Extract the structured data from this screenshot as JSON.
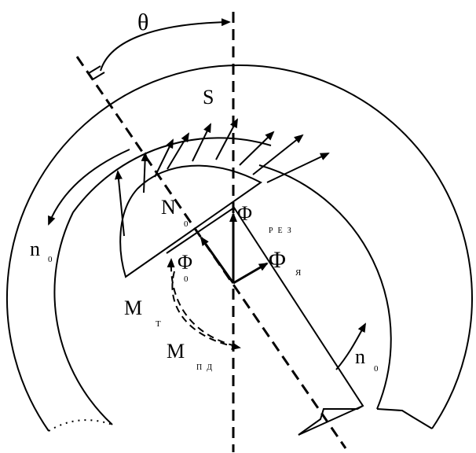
{
  "labels": {
    "theta": "θ",
    "s": "S",
    "n0_left": "n",
    "n0_left_sub": "0",
    "n0_right": "n",
    "n0_right_sub": "0",
    "N0": "N",
    "N0_sub": "0",
    "phi_rez": "Φ",
    "phi_rez_sub": "РЕЗ",
    "phi0": "Φ",
    "phi0_sub": "0",
    "phi_ya": "Φ",
    "phi_ya_sub": "Я",
    "mt": "M",
    "mt_sub": "Т",
    "mpd": "M",
    "mpd_sub": "ПД"
  },
  "colors": {
    "ink": "#000000",
    "background": "#ffffff"
  }
}
